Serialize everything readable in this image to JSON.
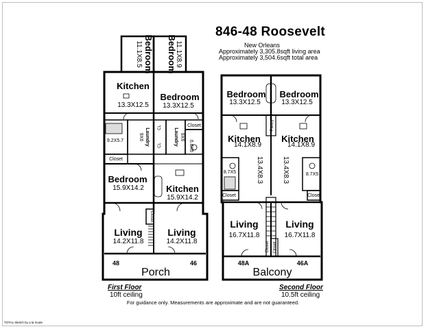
{
  "header": {
    "title": "846-48 Roosevelt",
    "city": "New Orleans",
    "living_area": "Approximately 3,305.8sqft living area",
    "total_area": "Approximately 3,504.6sqft total area"
  },
  "first_floor": {
    "name": "First Floor",
    "ceiling": "10ft ceiling",
    "rooms": {
      "bedroom_top_left": "Bedroom",
      "bedroom_top_left_dim": "11.1X8.5",
      "bedroom_top_right": "Bedroom",
      "bedroom_top_right_dim": "11.1X8.9",
      "kitchen_left": "Kitchen",
      "kitchen_left_dim": "13.3X12.5",
      "bedroom_right": "Bedroom",
      "bedroom_right_dim": "13.3X12.5",
      "bath_left_dim": "9.2X5.7",
      "laundry_left": "Laundry",
      "bath_left_small_dim": "9X6",
      "closet_left": "Closet",
      "cl_a": "CL",
      "cl_b": "CL",
      "laundry_right": "Laundry",
      "laundry_right_dim": "9X6",
      "bath_right_dim": "6.8X6",
      "closet_right": "Closet",
      "bedroom_left": "Bedroom",
      "bedroom_left_dim": "15.9X14.2",
      "kitchen_right": "Kitchen",
      "kitchen_right_dim": "15.9X14.2",
      "living_left": "Living",
      "living_left_dim": "14.2X11.8",
      "living_right": "Living",
      "living_right_dim": "14.2X11.8",
      "closet_center": "Closet",
      "porch": "Porch",
      "unit_left": "48",
      "unit_right": "46"
    }
  },
  "second_floor": {
    "name": "Second Floor",
    "ceiling": "10.5ft ceiling",
    "rooms": {
      "bedroom_left": "Bedroom",
      "bedroom_left_dim": "13.3X12.5",
      "bedroom_right": "Bedroom",
      "bedroom_right_dim": "13.3X12.5",
      "pantry": "Pantry",
      "kitchen_left": "Kitchen",
      "kitchen_left_dim": "14.1X8.9",
      "kitchen_right": "Kitchen",
      "kitchen_right_dim": "14.1X8.9",
      "hall_left_dim": "13.4X8.3",
      "hall_right_dim": "13.4X8.3",
      "bath_left_dim": "8.7X5",
      "bath_right_dim": "8.7X5",
      "closet_left": "Closet",
      "closet_right": "Closet",
      "living_left": "Living",
      "living_left_dim": "16.7X11.8",
      "living_right": "Living",
      "living_right_dim": "16.7X11.8",
      "closet_center_a": "Closet",
      "closet_center_b": "Closet",
      "balcony": "Balcony",
      "unit_left": "48A",
      "unit_right": "46A"
    }
  },
  "footer": {
    "disclaimer": "For guidance only. Measurements are approximate and are not guaranteed.",
    "credit": "TOTAL Sketch by a la mode"
  }
}
